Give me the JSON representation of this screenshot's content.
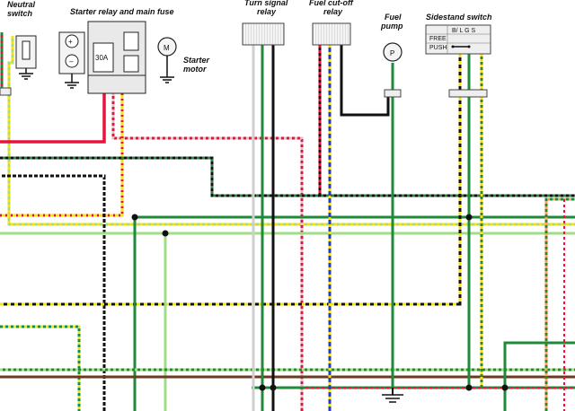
{
  "labels": {
    "neutral_top": "Neutral",
    "neutral_bottom": "switch",
    "starter_relay": "Starter relay and main fuse",
    "fuse_rating": "30A",
    "motor_symbol": "M",
    "starter_motor_top": "Starter",
    "starter_motor_bottom": "motor",
    "turn_signal_relay_top": "Turn signal",
    "turn_signal_relay_bottom": "relay",
    "fuel_cutoff_relay_top": "Fuel cut-off",
    "fuel_cutoff_relay_bottom": "relay",
    "fuel_pump_top": "Fuel",
    "fuel_pump_bottom": "pump",
    "pump_symbol": "P",
    "sidestand_switch": "Sidestand switch",
    "sidestand_row1": "FREE",
    "sidestand_row2": "PUSH",
    "sidestand_header": "B/ L  G  S"
  },
  "colors": {
    "red": "#e8123a",
    "black": "#111111",
    "yellow": "#f2e21c",
    "green": "#1f8a3a",
    "light_green": "#9fdd86",
    "blue": "#1b3fd0",
    "white": "#f4f4f4",
    "grey": "#cfcfcf"
  }
}
